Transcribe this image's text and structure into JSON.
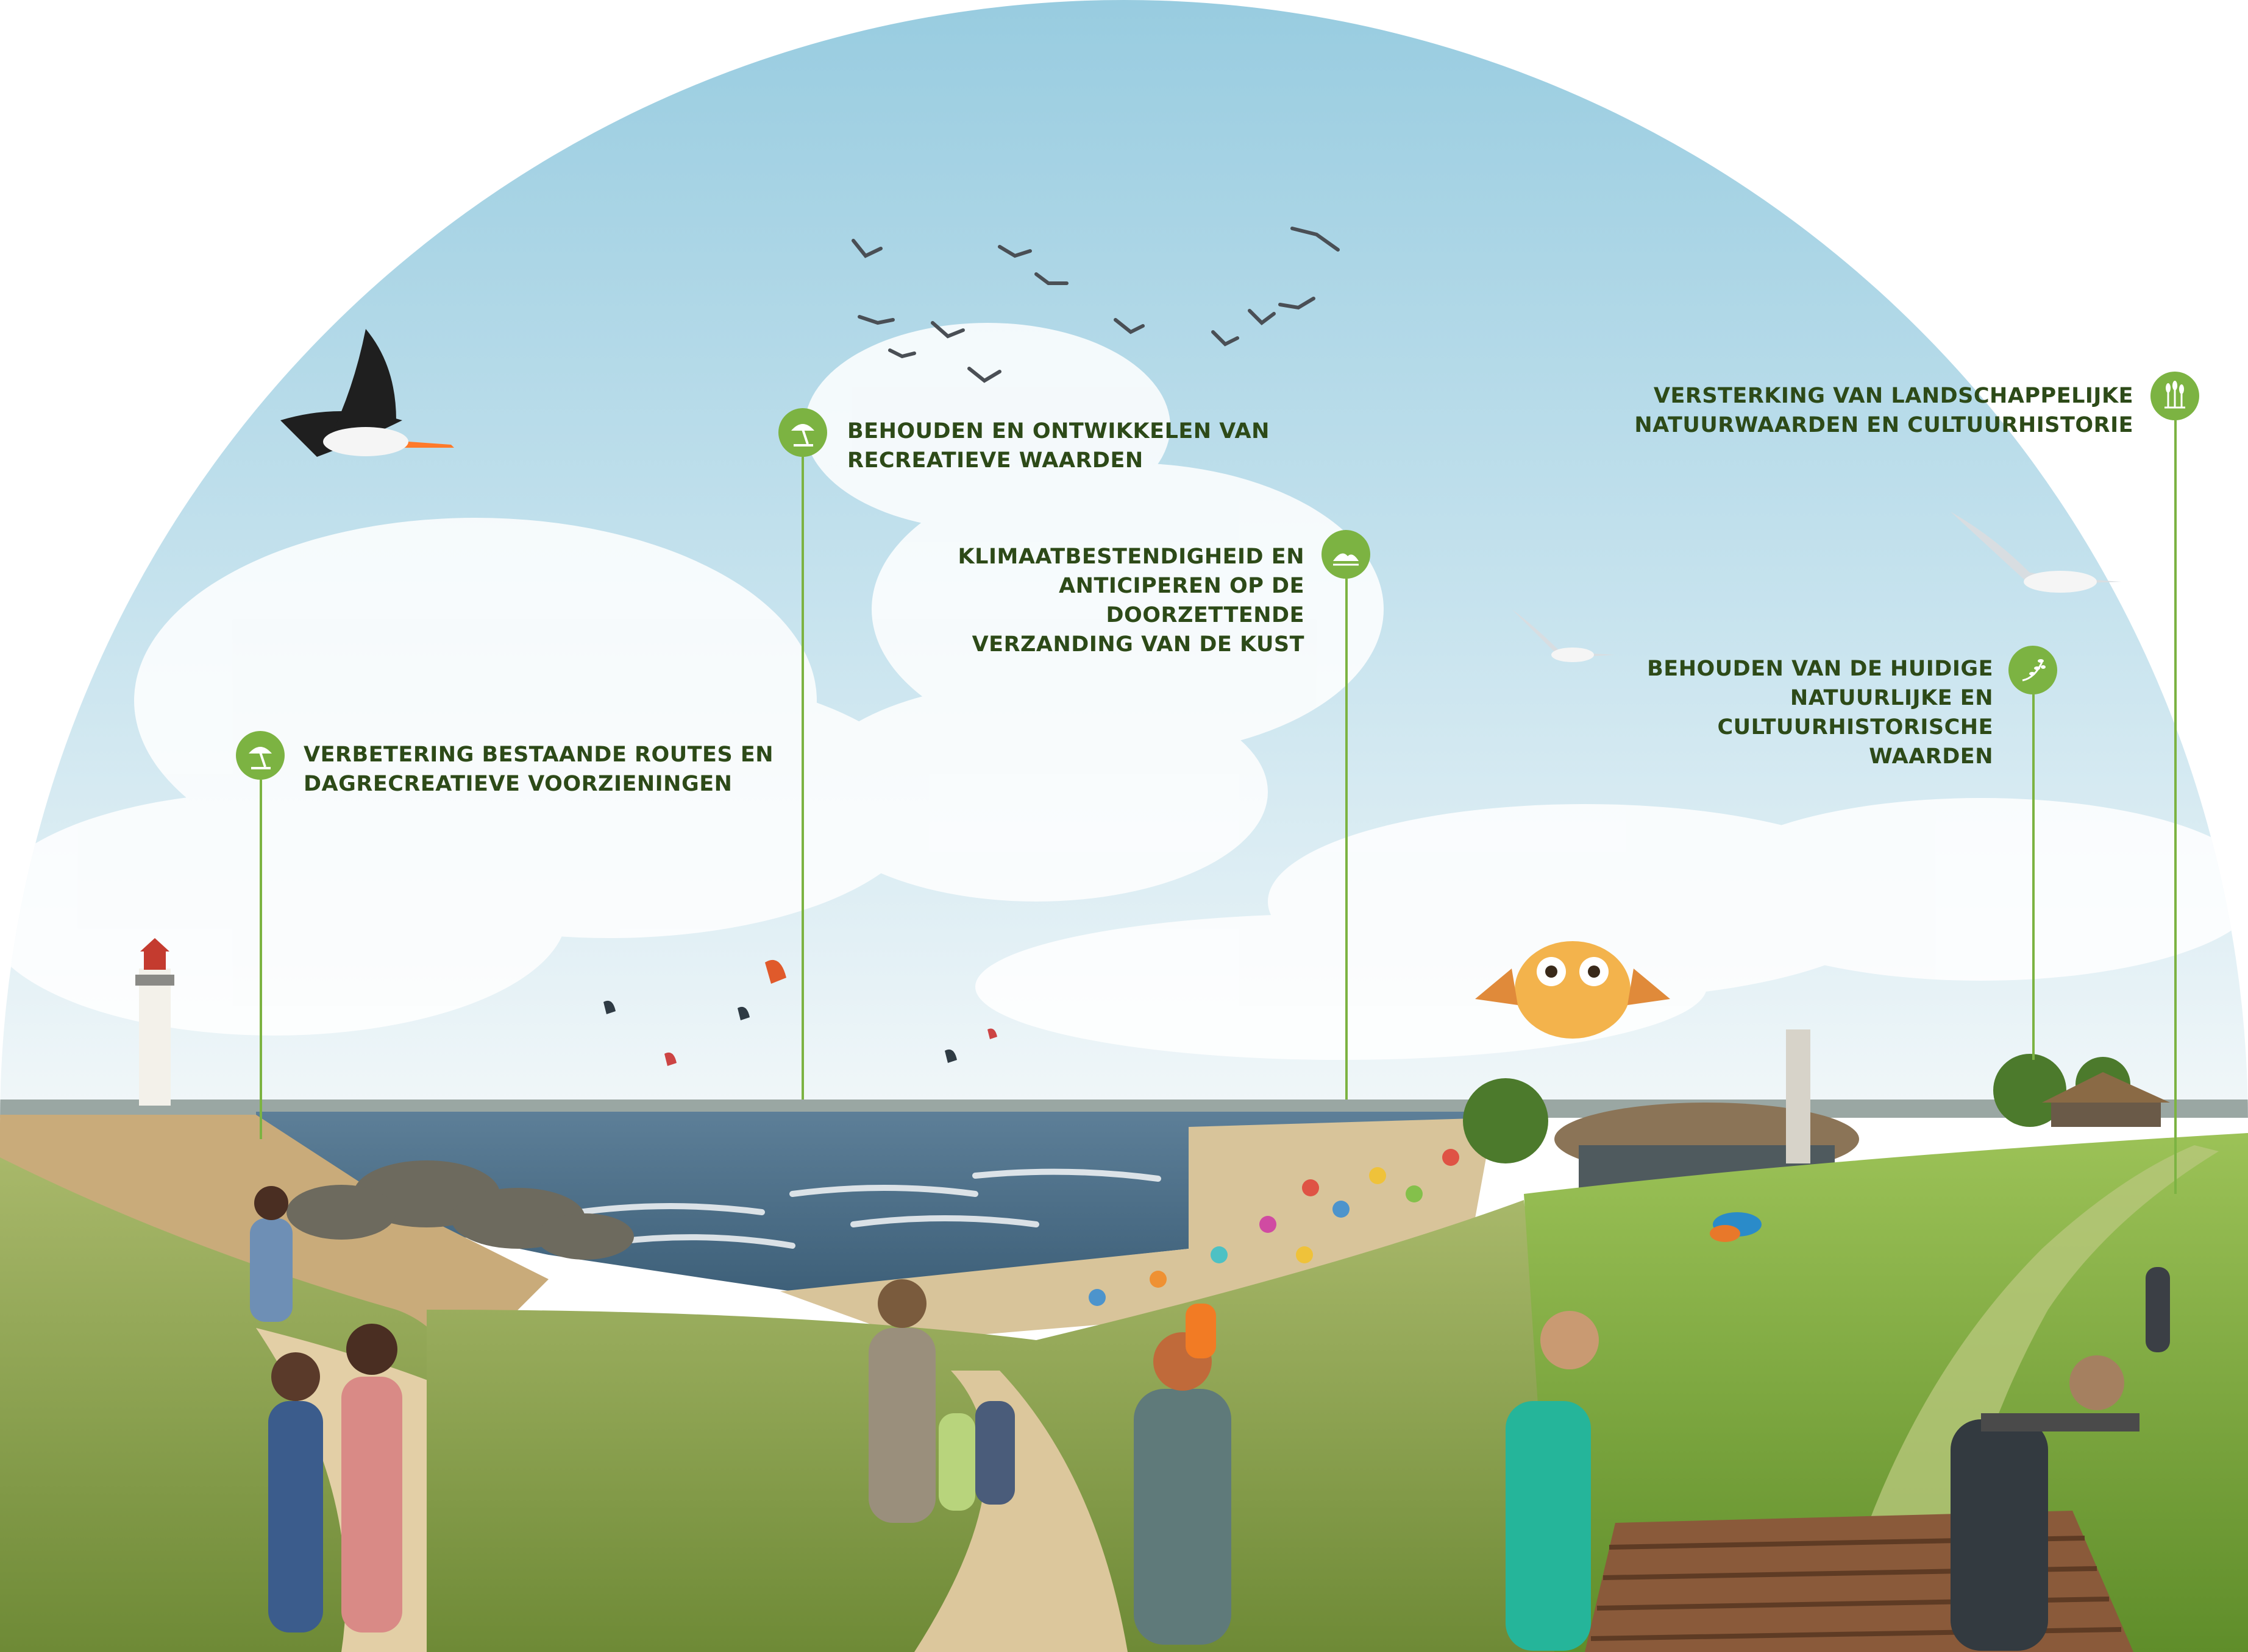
{
  "colors": {
    "label_text": "#2d4a18",
    "accent_green": "#7cb342",
    "sky_top": "#9fcfe0",
    "sky_bottom": "#e4f1f5",
    "sea": "#4a6f8c",
    "sand": "#d9c6a0",
    "dune_grass": "#8da84e"
  },
  "callouts": [
    {
      "id": "routes",
      "icon": "beach-umbrella-icon",
      "text": "VERBETERING BESTAANDE ROUTES EN\nDAGRECREATIEVE VOORZIENINGEN"
    },
    {
      "id": "recreation",
      "icon": "beach-umbrella-icon",
      "text": "BEHOUDEN EN ONTWIKKELEN VAN\nRECREATIEVE WAARDEN"
    },
    {
      "id": "climate",
      "icon": "dune-icon",
      "text": "KLIMAATBESTENDIGHEID EN\nANTICIPEREN OP DE DOORZETTENDE\nVERZANDING VAN DE KUST"
    },
    {
      "id": "landscape",
      "icon": "reeds-icon",
      "text": "VERSTERKING VAN LANDSCHAPPELIJKE\nNATUURWAARDEN EN CULTUURHISTORIE"
    },
    {
      "id": "preserve",
      "icon": "sprout-icon",
      "text": "BEHOUDEN VAN DE HUIDIGE\nNATUURLIJKE EN CULTUURHISTORISCHE\nWAARDEN"
    }
  ]
}
